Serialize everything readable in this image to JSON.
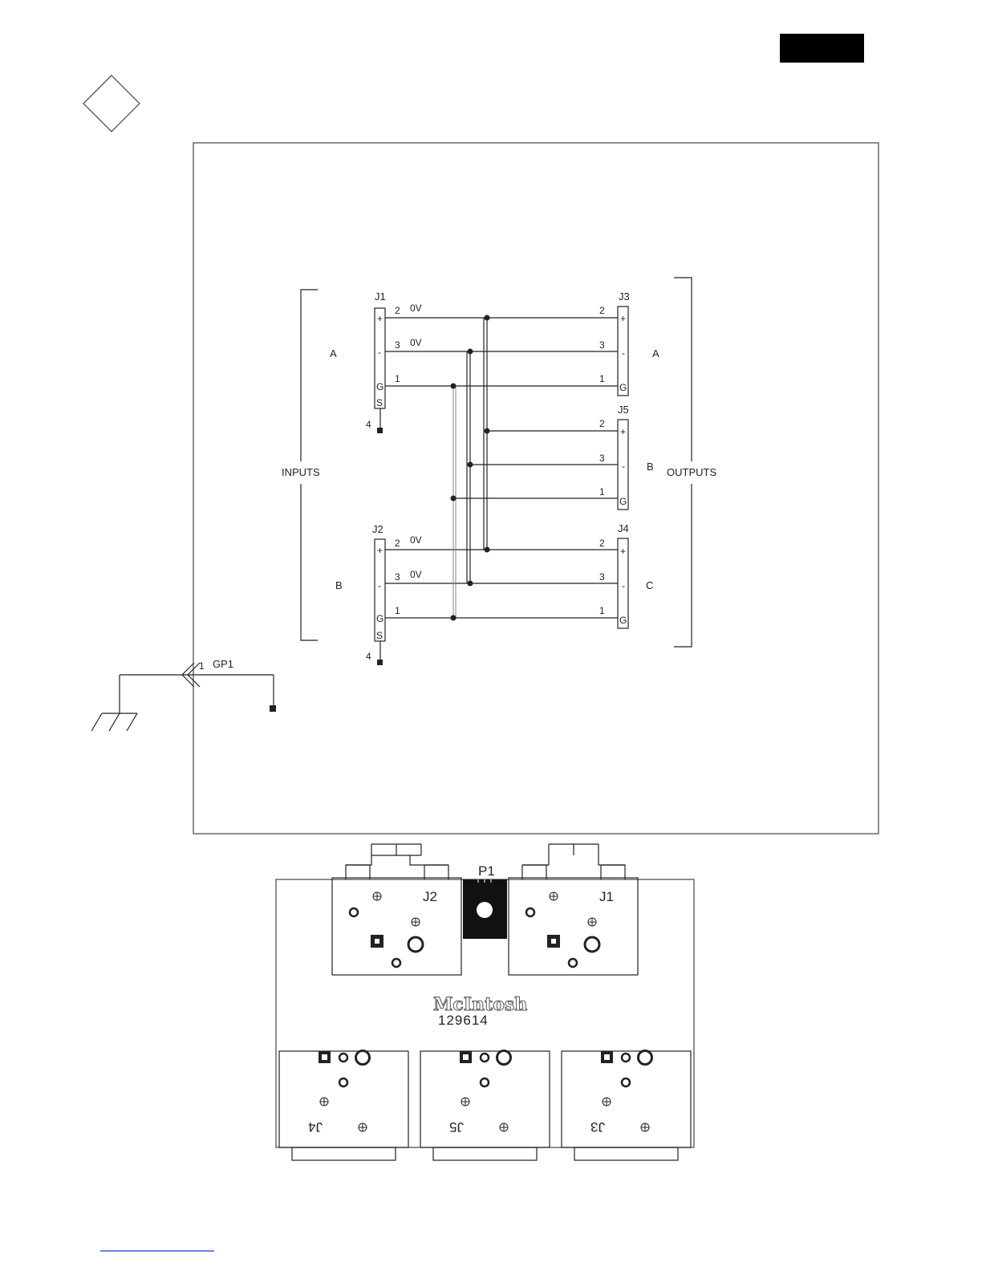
{
  "schematic": {
    "ground_label": "GP1",
    "ground_pin": "1",
    "group_inputs": "INPUTS",
    "group_outputs": "OUTPUTS",
    "connectors": {
      "J1": {
        "name": "J1",
        "side_label": "A",
        "pins": [
          {
            "sym": "+",
            "num": "2",
            "net": "0V"
          },
          {
            "sym": "-",
            "num": "3",
            "net": "0V"
          },
          {
            "sym": "G",
            "num": "1",
            "net": ""
          }
        ],
        "shield": "S",
        "shield_pin": "4"
      },
      "J2": {
        "name": "J2",
        "side_label": "B",
        "pins": [
          {
            "sym": "+",
            "num": "2",
            "net": "0V"
          },
          {
            "sym": "-",
            "num": "3",
            "net": "0V"
          },
          {
            "sym": "G",
            "num": "1",
            "net": ""
          }
        ],
        "shield": "S",
        "shield_pin": "4"
      },
      "J3": {
        "name": "J3",
        "side_label": "A",
        "pins": [
          {
            "sym": "+",
            "num": "2"
          },
          {
            "sym": "-",
            "num": "3"
          },
          {
            "sym": "G",
            "num": "1"
          }
        ]
      },
      "J5": {
        "name": "J5",
        "side_label": "B",
        "pins": [
          {
            "sym": "+",
            "num": "2"
          },
          {
            "sym": "-",
            "num": "3"
          },
          {
            "sym": "G",
            "num": "1"
          }
        ]
      },
      "J4": {
        "name": "J4",
        "side_label": "C",
        "pins": [
          {
            "sym": "+",
            "num": "2"
          },
          {
            "sym": "-",
            "num": "3"
          },
          {
            "sym": "G",
            "num": "1"
          }
        ]
      }
    }
  },
  "pcb": {
    "plug_label": "P1",
    "j2_label": "J2",
    "j1_label": "J1",
    "brand": "McIntosh",
    "part_number": "129614",
    "j4_label": "J4",
    "j5_label": "J5",
    "j3_label": "J3"
  },
  "colors": {
    "ink": "#222222",
    "header_block": "#000000",
    "footer_link": "#3b5bdb"
  }
}
